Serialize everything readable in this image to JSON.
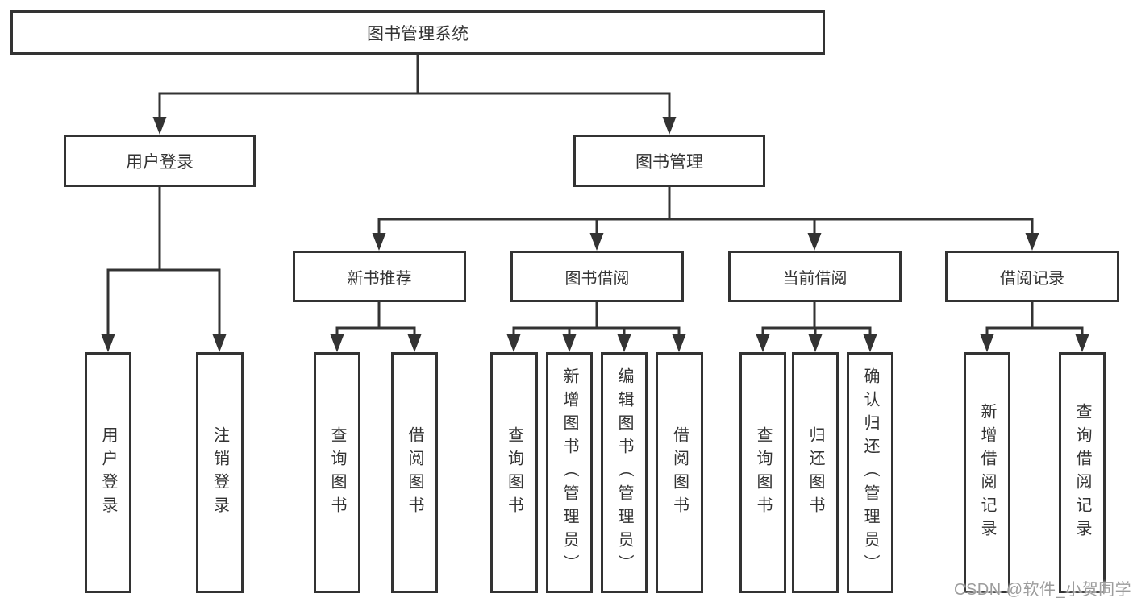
{
  "tree": {
    "root": "图书管理系统",
    "branches": [
      {
        "label": "用户登录",
        "leaves": [
          "用户登录",
          "注销登录"
        ]
      },
      {
        "label": "图书管理",
        "sections": [
          {
            "label": "新书推荐",
            "leaves": [
              "查询图书",
              "借阅图书"
            ]
          },
          {
            "label": "图书借阅",
            "leaves": [
              "查询图书",
              "新增图书（管理员）",
              "编辑图书（管理员）",
              "借阅图书"
            ]
          },
          {
            "label": "当前借阅",
            "leaves": [
              "查询图书",
              "归还图书",
              "确认归还（管理员）"
            ]
          },
          {
            "label": "借阅记录",
            "leaves": [
              "新增借阅记录",
              "查询借阅记录"
            ]
          }
        ]
      }
    ]
  },
  "watermark": "CSDN @软件_小贺同学",
  "colors": {
    "line": "#333333",
    "text": "#333333",
    "box_background": "#ffffff",
    "watermark": "#9c9c9c"
  }
}
